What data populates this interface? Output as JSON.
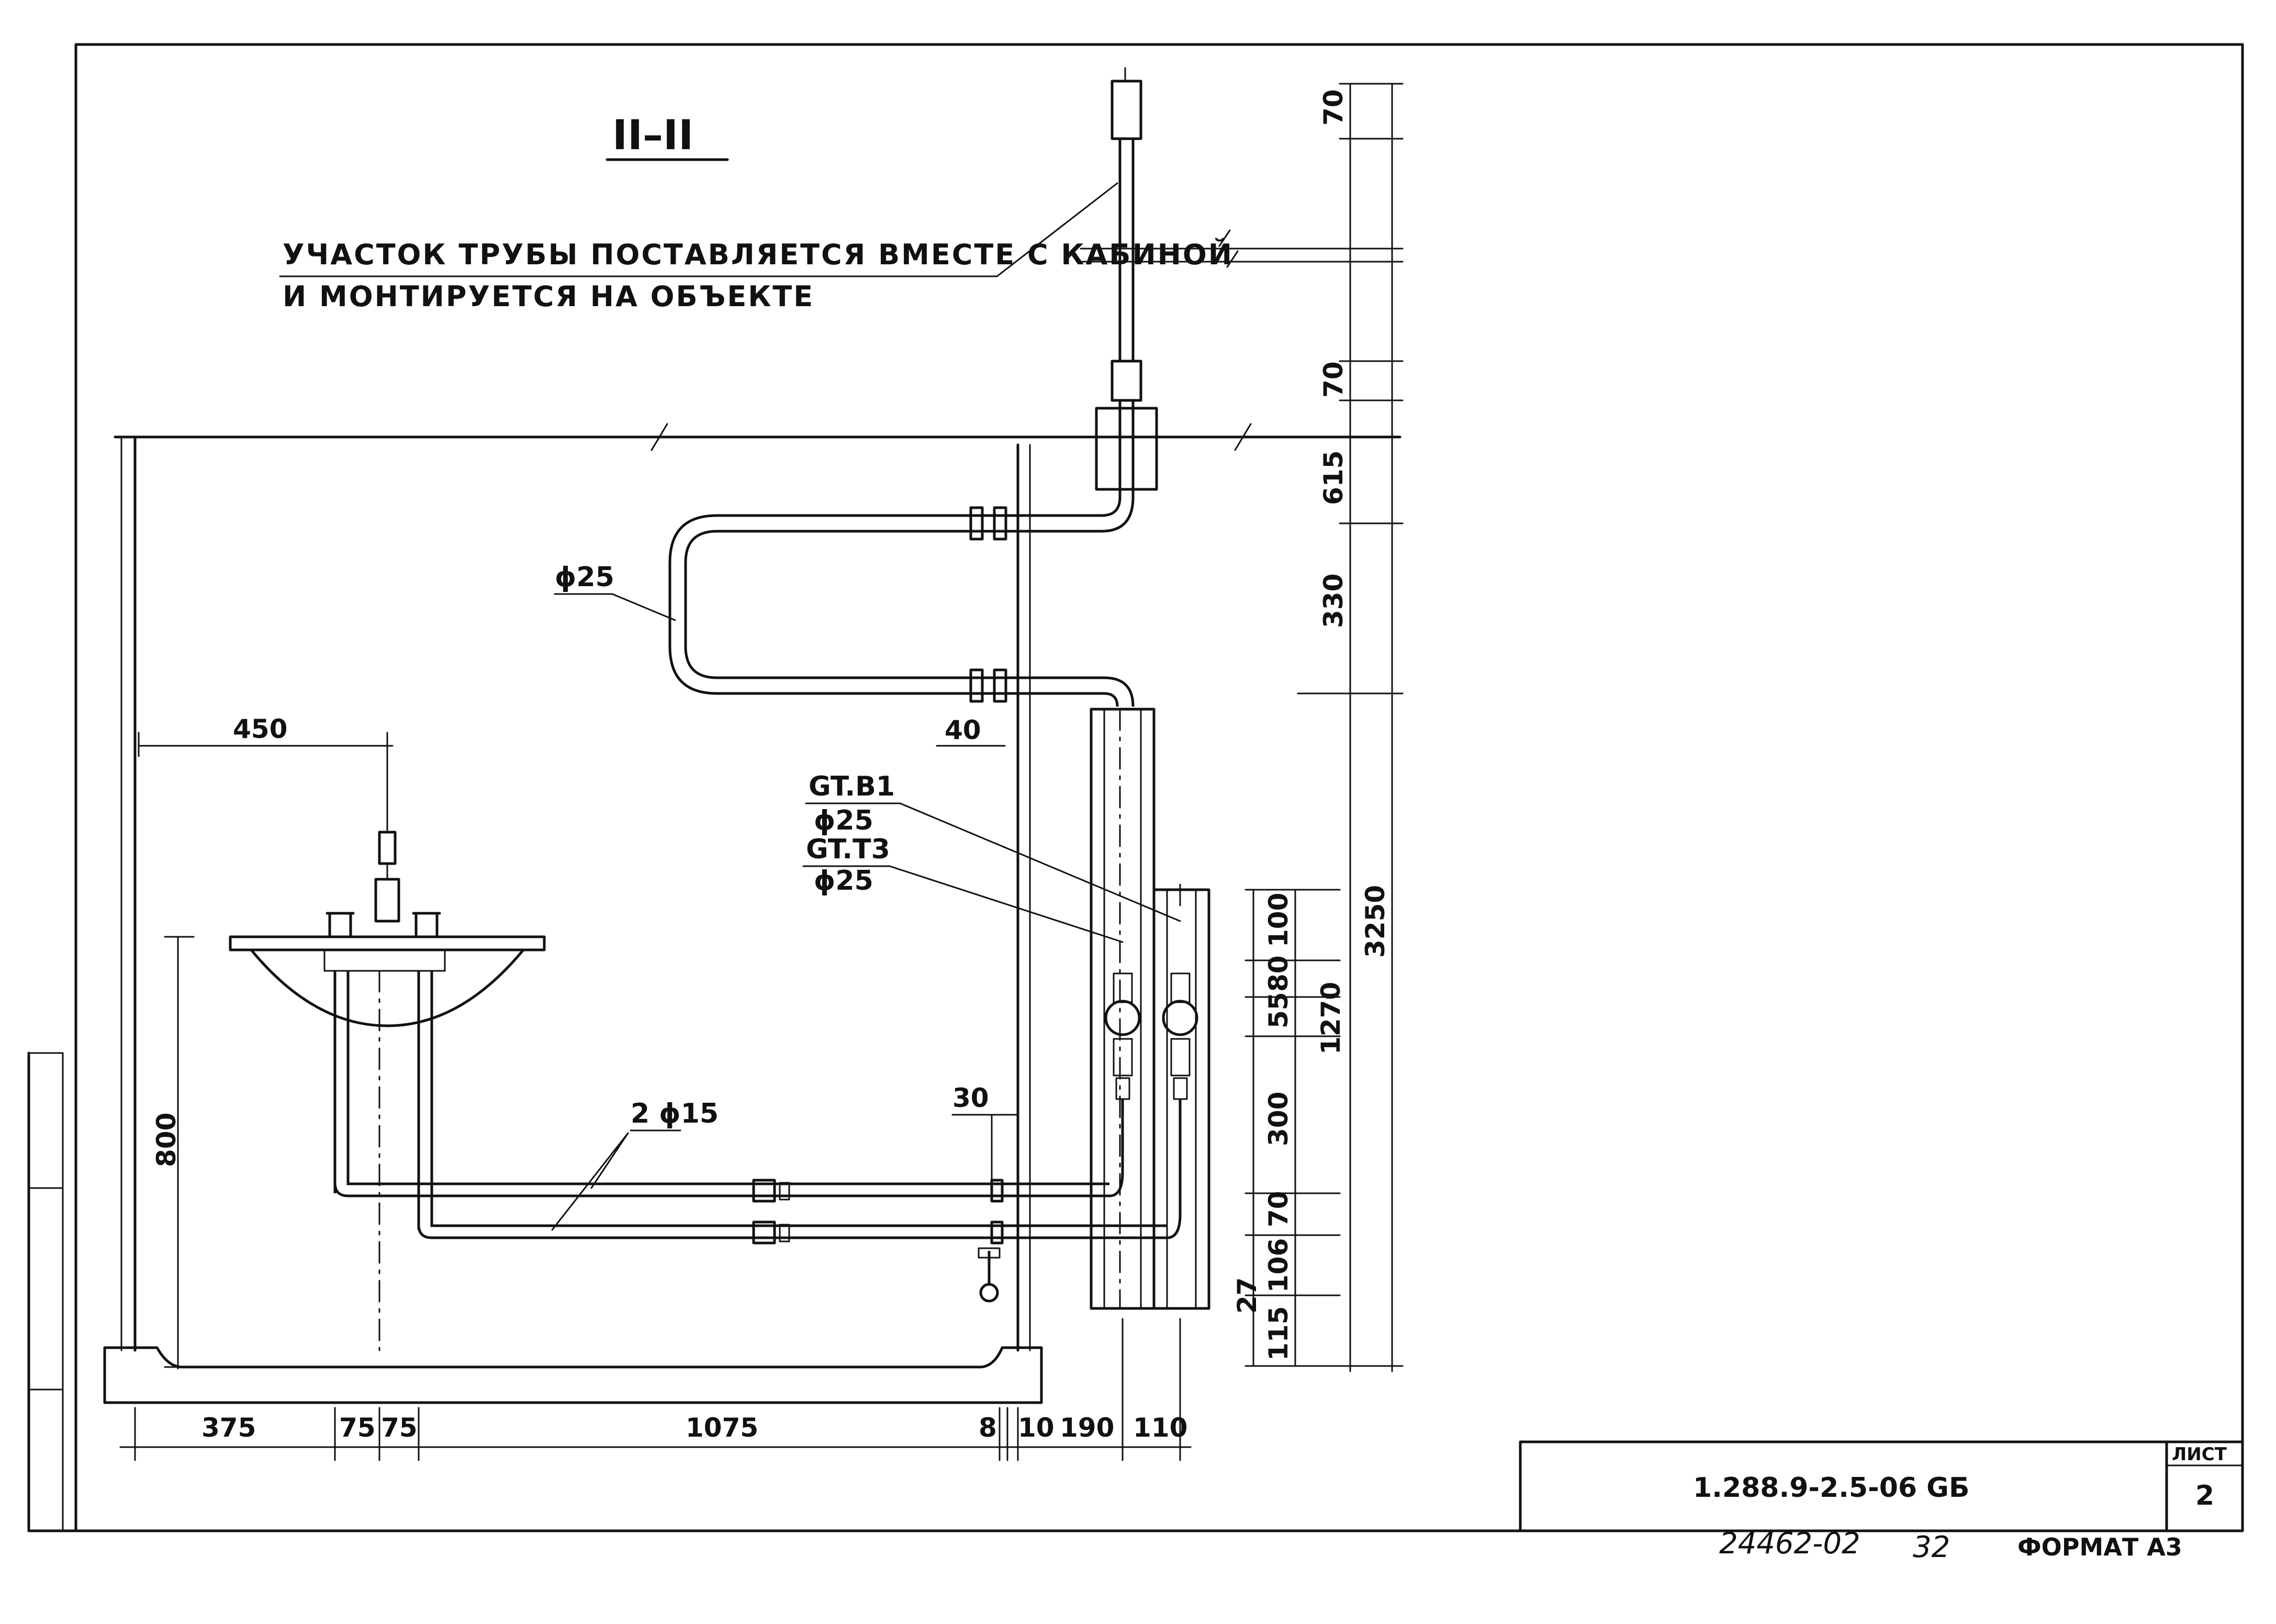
{
  "section_title": "II–II",
  "note": {
    "line1": "УЧАСТОК ТРУБЫ ПОСТАВЛЯЕТСЯ ВМЕСТЕ С КАБИНОЙ",
    "line2": "И МОНТИРУЕТСЯ НА ОБЪЕКТЕ"
  },
  "pipe_labels": {
    "d25": "ϕ25",
    "st_v1": "GT.B1",
    "st_v1_d": "ϕ25",
    "st_t3": "GT.T3",
    "st_t3_d": "ϕ25",
    "d15": "2 ϕ15"
  },
  "dims": {
    "top_70": "70",
    "mid_70": "70",
    "d615": "615",
    "d330": "330",
    "d3250": "3250",
    "d100": "100",
    "d80": "80",
    "d55": "55",
    "d1270": "1270",
    "d300": "300",
    "low_70": "70",
    "d106": "106",
    "d27": "27",
    "d115": "115",
    "d450": "450",
    "d800": "800",
    "d40": "40",
    "d30": "30",
    "b375": "375",
    "b75a": "75",
    "b75b": "75",
    "b1075": "1075",
    "b8": "8",
    "b10": "10",
    "b190": "190",
    "b110": "110"
  },
  "title_block": {
    "code": "1.288.9-2.5-06 GБ",
    "sheet_label": "ЛИСТ",
    "sheet_no": "2"
  },
  "footer": {
    "doc_no": "24462-02",
    "page": "32",
    "format": "ФОРМАТ А3"
  }
}
